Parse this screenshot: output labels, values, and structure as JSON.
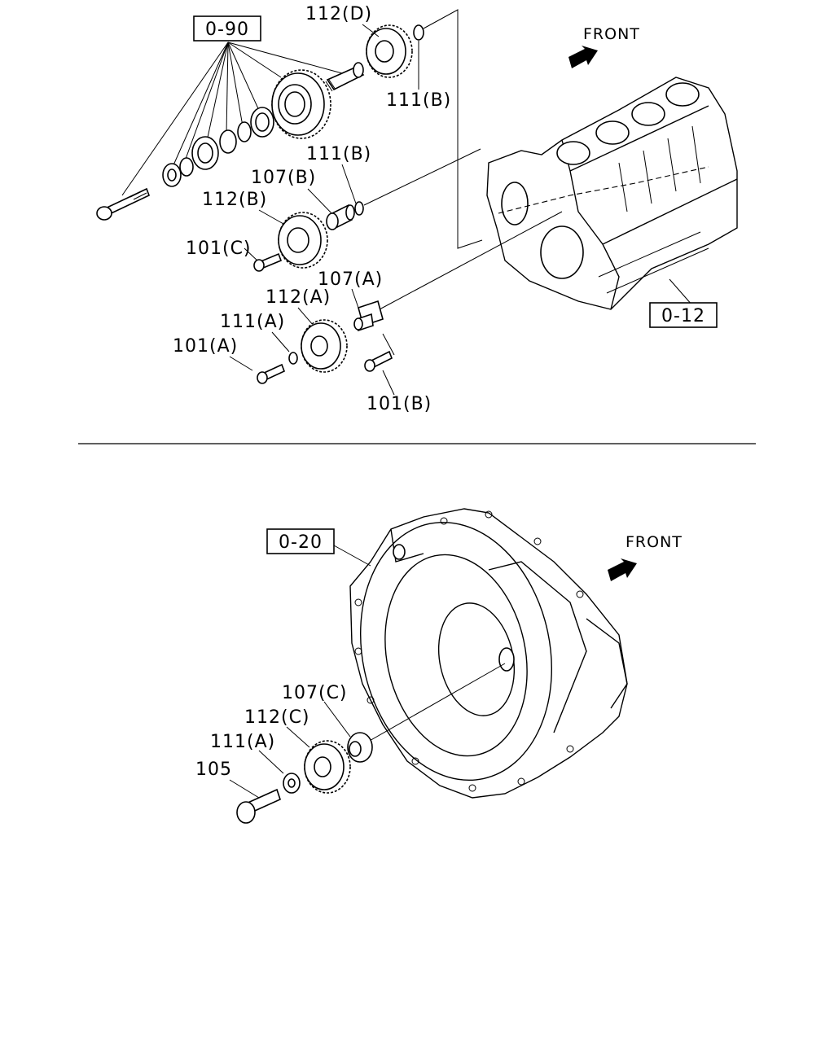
{
  "top": {
    "ref_box_assembly": "0-90",
    "ref_box_block": "0-12",
    "front_label": "FRONT",
    "labels": {
      "gear_112d": "112(D)",
      "washer_111b_top": "111(B)",
      "washer_111b_mid": "111(B)",
      "shaft_107b": "107(B)",
      "gear_112b": "112(B)",
      "bolt_101c": "101(C)",
      "shaft_107a": "107(A)",
      "gear_112a": "112(A)",
      "washer_111a": "111(A)",
      "bolt_101a": "101(A)",
      "bolt_101b": "101(B)"
    }
  },
  "bottom": {
    "ref_box_housing": "0-20",
    "front_label": "FRONT",
    "labels": {
      "shaft_107c": "107(C)",
      "gear_112c": "112(C)",
      "washer_111a": "111(A)",
      "bolt_105": "105"
    }
  }
}
